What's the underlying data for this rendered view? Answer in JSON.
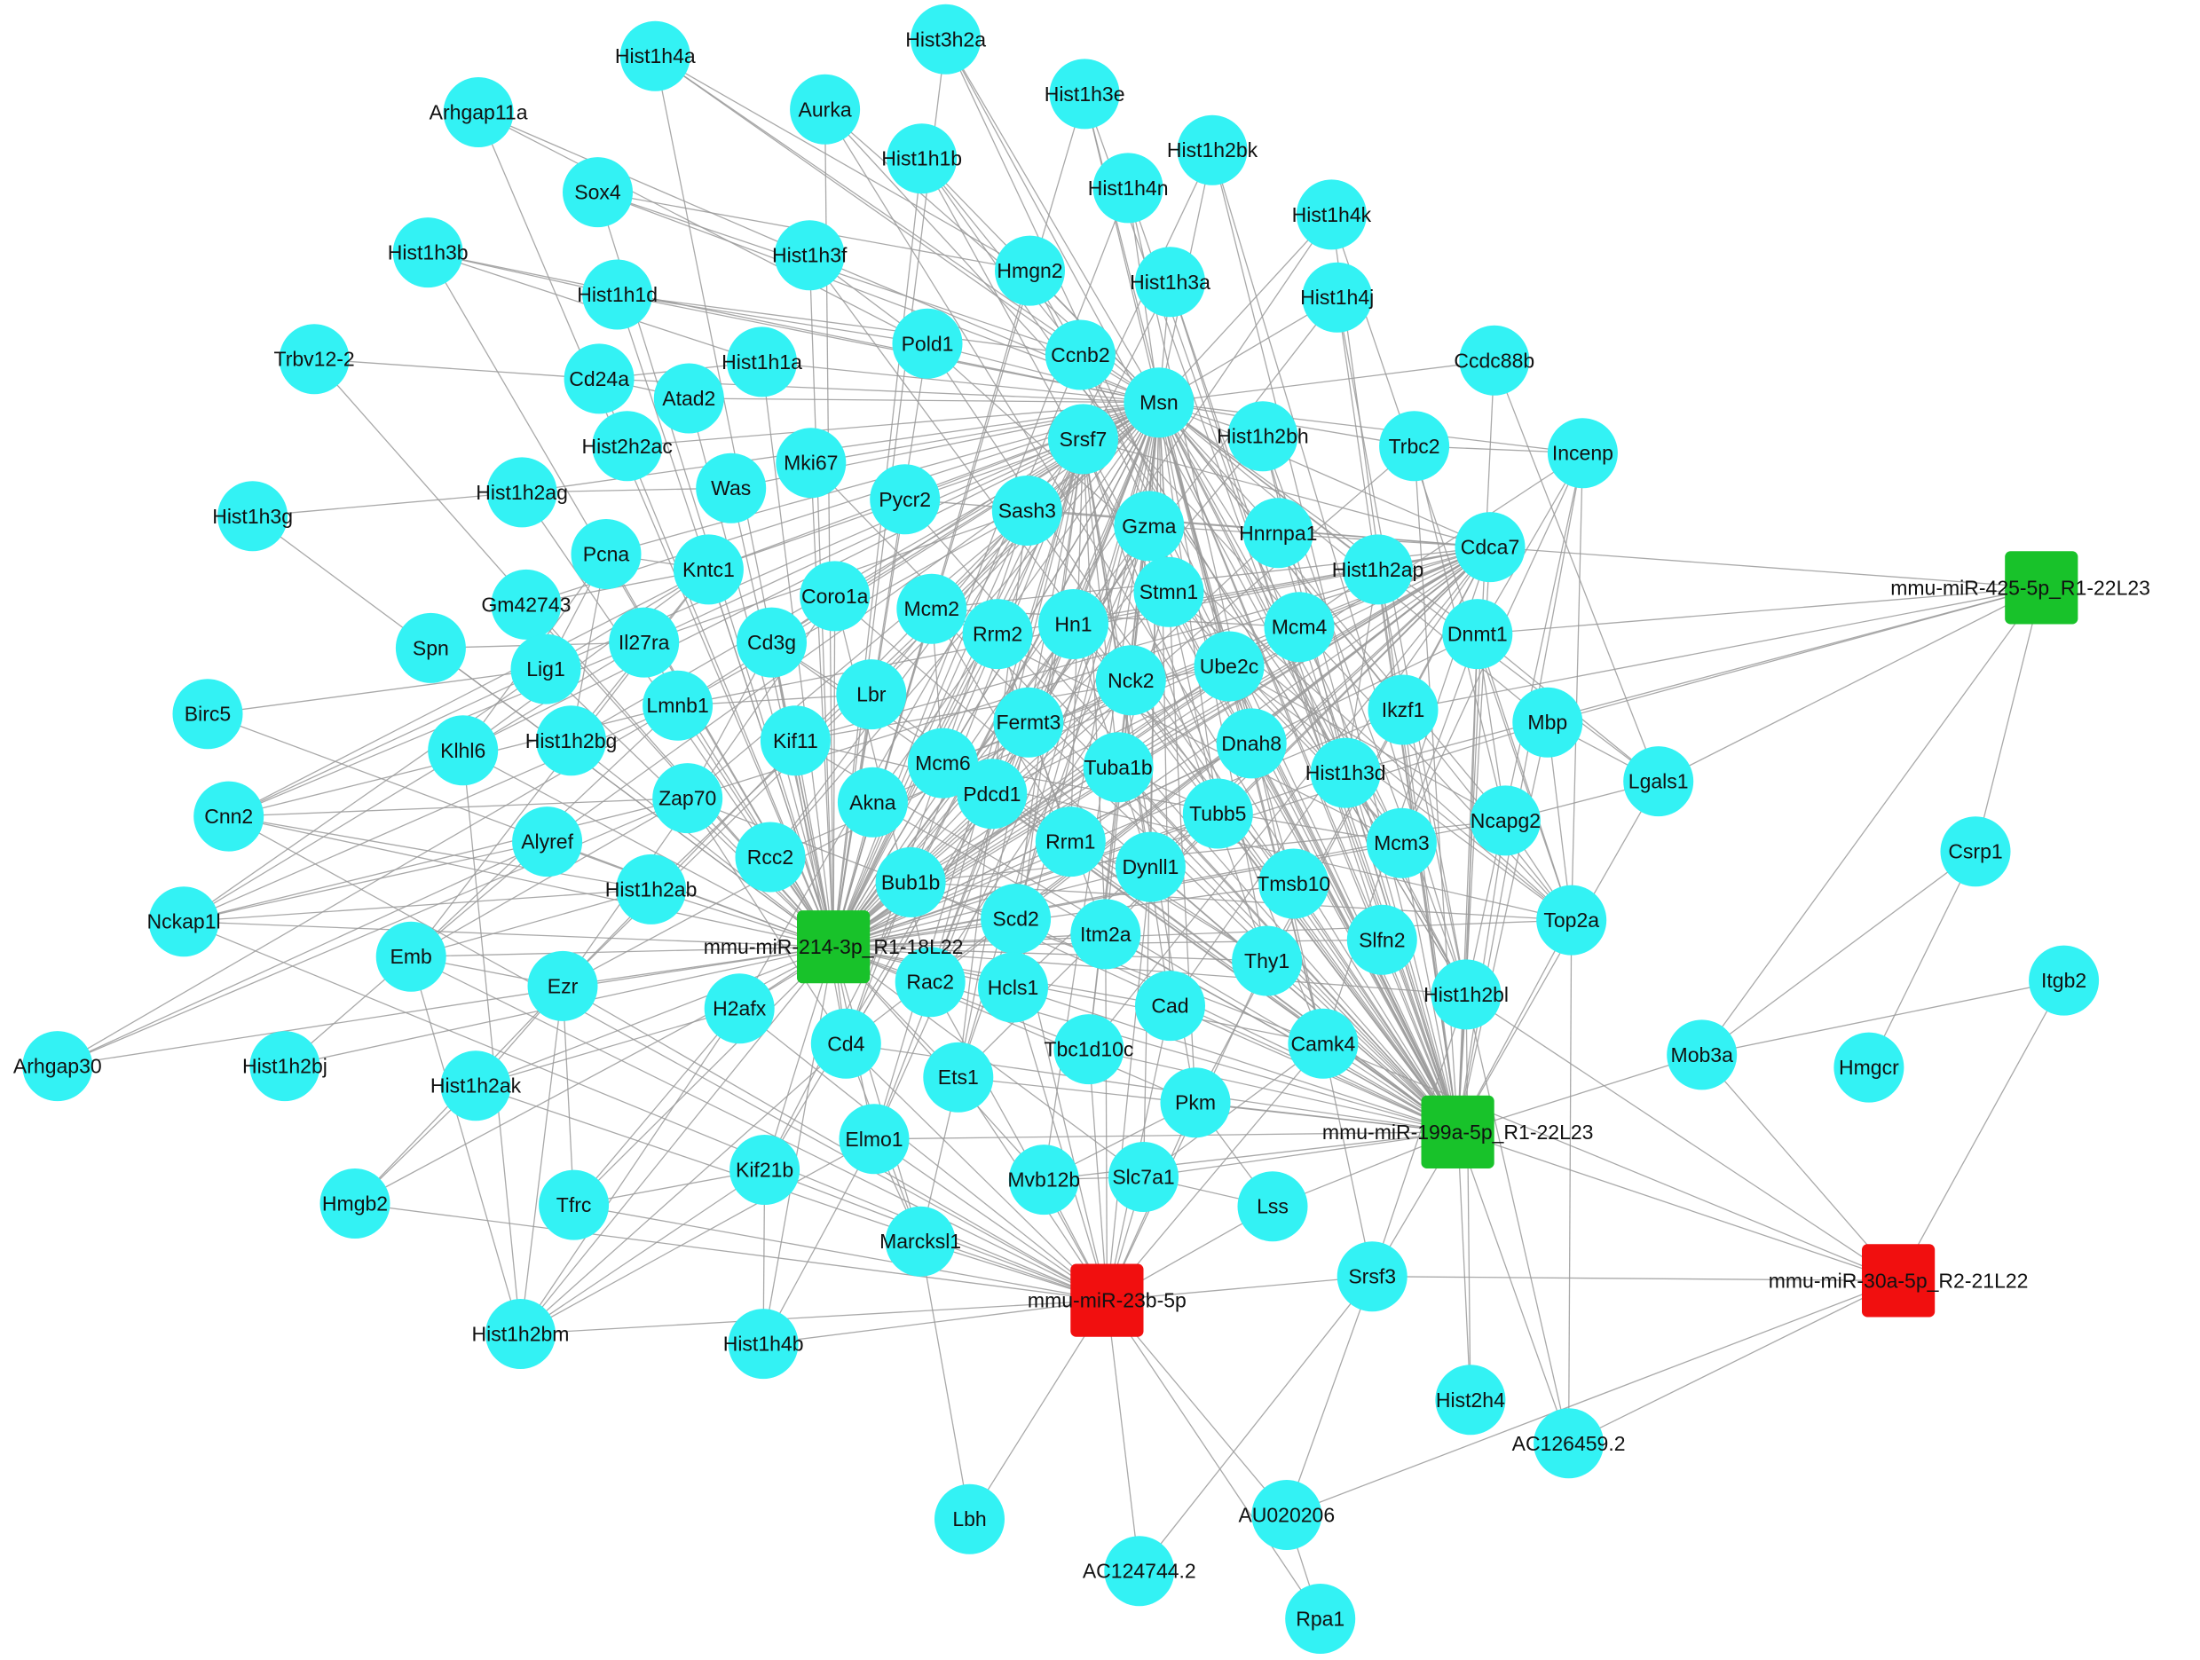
{
  "colors": {
    "gene": "#33f2f4",
    "mirna_up": "#f10f0f",
    "mirna_down": "#18c22a",
    "edge": "#9a9a9a",
    "label": "#111111"
  },
  "mirnas": [
    {
      "id": "m425",
      "label": "mmu-miR-425-5p_R1-22L23",
      "color": "#18c22a"
    },
    {
      "id": "m214",
      "label": "mmu-miR-214-3p_R1-18L22",
      "color": "#18c22a"
    },
    {
      "id": "m199",
      "label": "mmu-miR-199a-5p_R1-22L23",
      "color": "#18c22a"
    },
    {
      "id": "m23",
      "label": "mmu-miR-23b-5p",
      "color": "#f10f0f"
    },
    {
      "id": "m30",
      "label": "mmu-miR-30a-5p_R2-21L22",
      "color": "#f10f0f"
    }
  ],
  "genes": [
    "Hist1h4a",
    "Hist3h2a",
    "Arhgap11a",
    "Aurka",
    "Hist1h3e",
    "Hist1h1b",
    "Hist1h2bk",
    "Sox4",
    "Hist1h4n",
    "Hist1h4k",
    "Hist1h3b",
    "Hist1h3f",
    "Hmgn2",
    "Hist1h3a",
    "Hist1h1d",
    "Hist1h4j",
    "Trbv12-2",
    "Pold1",
    "Ccnb2",
    "Ccdc88b",
    "Cd24a",
    "Hist1h1a",
    "Msn",
    "Atad2",
    "Hist2h2ac",
    "Srsf7",
    "Hist1h2bh",
    "Trbc2",
    "Incenp",
    "Hist1h3g",
    "Hist1h2ag",
    "Was",
    "Mki67",
    "Pycr2",
    "Sash3",
    "Gzma",
    "Hnrnpa1",
    "Cdca7",
    "Pcna",
    "Kntc1",
    "Hist1h2ap",
    "Gm42743",
    "Coro1a",
    "Mcm2",
    "Stmn1",
    "Spn",
    "Il27ra",
    "Cd3g",
    "Rrm2",
    "Hn1",
    "Mcm4",
    "Dnmt1",
    "Lig1",
    "Ube2c",
    "Nck2",
    "Lbr",
    "Ikzf1",
    "Birc5",
    "Lmnb1",
    "Fermt3",
    "Mbp",
    "Hist1h2bg",
    "Dnah8",
    "Klhl6",
    "Kif11",
    "Tuba1b",
    "Lgals1",
    "Mcm6",
    "Hist1h3d",
    "Zap70",
    "Akna",
    "Cnn2",
    "Pdcd1",
    "Tubb5",
    "Ncapg2",
    "Alyref",
    "Rrm1",
    "Mcm3",
    "Csrp1",
    "Rcc2",
    "Dynll1",
    "Bub1b",
    "Tmsb10",
    "Hist1h2ab",
    "Top2a",
    "Nckap1l",
    "Scd2",
    "Slfn2",
    "Itm2a",
    "Emb",
    "Thy1",
    "Itgb2",
    "Ezr",
    "Rac2",
    "Hist1h2bl",
    "Hcls1",
    "Cad",
    "H2afx",
    "Cd4",
    "Camk4",
    "Mob3a",
    "Arhgap30",
    "Hist1h2bj",
    "Tbc1d10c",
    "Hmgcr",
    "Ets1",
    "Hist1h2ak",
    "Pkm",
    "Elmo1",
    "Kif21b",
    "Slc7a1",
    "Mvb12b",
    "Hmgb2",
    "Tfrc",
    "Lss",
    "Marcksl1",
    "Srsf3",
    "Hist1h2bm",
    "Hist1h4b",
    "Hist2h4",
    "AC126459.2",
    "AU020206",
    "Lbh",
    "AC124744.2",
    "Rpa1"
  ]
}
